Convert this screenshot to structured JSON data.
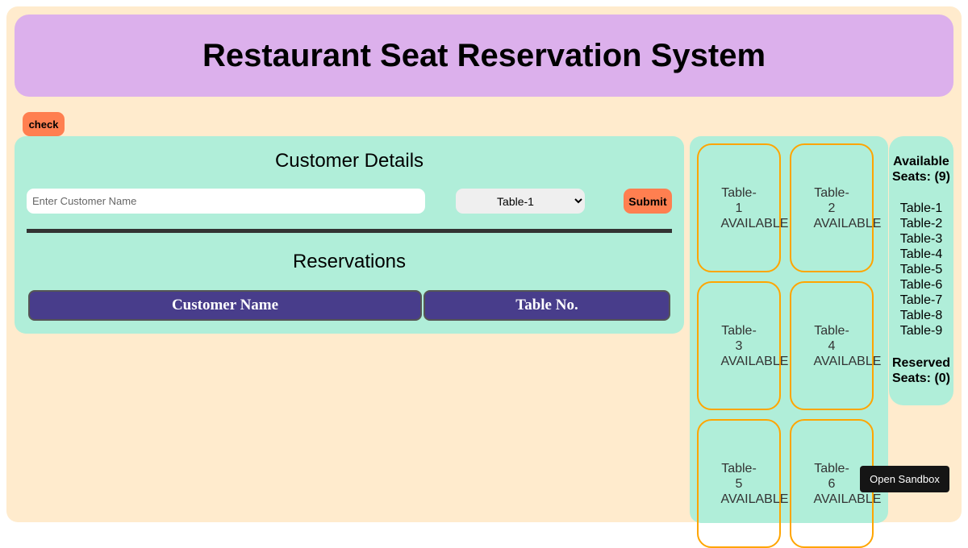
{
  "header": {
    "title": "Restaurant Seat Reservation System"
  },
  "check_label": "check",
  "form": {
    "title": "Customer Details",
    "name_placeholder": "Enter Customer Name",
    "name_value": "",
    "selected_table": "Table-1",
    "submit_label": "Submit"
  },
  "reservations": {
    "title": "Reservations",
    "columns": [
      "Customer Name",
      "Table No."
    ],
    "rows": []
  },
  "tables": [
    {
      "name": "Table-1",
      "status": "AVAILABLE"
    },
    {
      "name": "Table-2",
      "status": "AVAILABLE"
    },
    {
      "name": "Table-3",
      "status": "AVAILABLE"
    },
    {
      "name": "Table-4",
      "status": "AVAILABLE"
    },
    {
      "name": "Table-5",
      "status": "AVAILABLE"
    },
    {
      "name": "Table-6",
      "status": "AVAILABLE"
    }
  ],
  "summary": {
    "available_heading": "Available Seats: (9)",
    "available": [
      "Table-1",
      "Table-2",
      "Table-3",
      "Table-4",
      "Table-5",
      "Table-6",
      "Table-7",
      "Table-8",
      "Table-9"
    ],
    "reserved_heading": "Reserved Seats: (0)"
  },
  "sandbox_label": "Open Sandbox"
}
